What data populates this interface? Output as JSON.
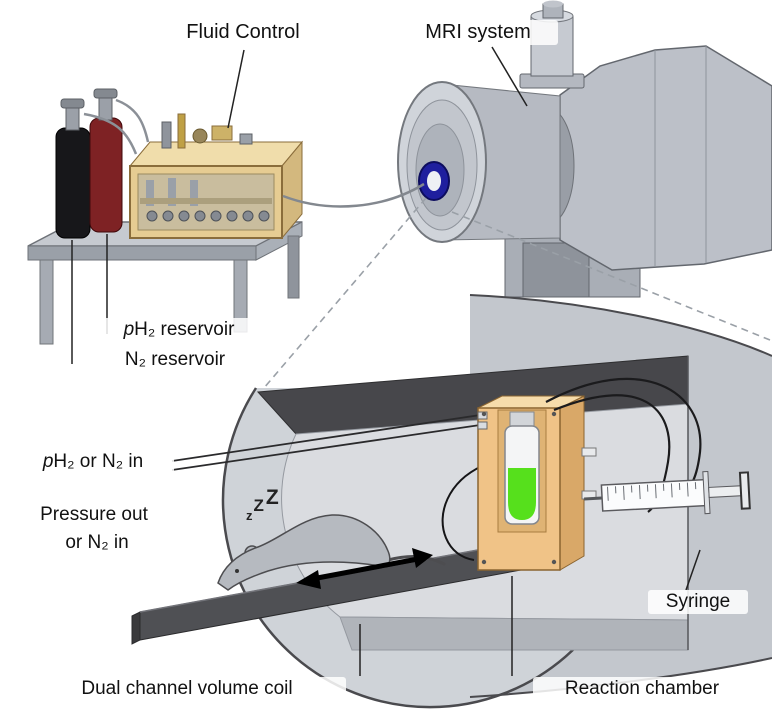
{
  "figure": {
    "labels": {
      "fluid_control": "Fluid Control",
      "mri_system": "MRI system",
      "p_italic": "p",
      "ph2_reservoir_rest": "H₂ reservoir",
      "n2_reservoir": "N₂ reservoir",
      "ph2_in_rest": "H₂ or N₂ in",
      "pressure_out": "Pressure out",
      "or_n2_in": "or N₂ in",
      "syringe": "Syringe",
      "dual_channel_volume_coil": "Dual channel volume coil",
      "reaction_chamber": "Reaction chamber",
      "sleep_z": [
        "z",
        "Z",
        "Z"
      ]
    },
    "colors": {
      "ph2_cylinder": "#7e2224",
      "n2_cylinder": "#17171a",
      "bore_ring_blue": "#1f1f9e",
      "chamber_tan": "#f0c387",
      "vial_green": "#56e01c"
    }
  }
}
